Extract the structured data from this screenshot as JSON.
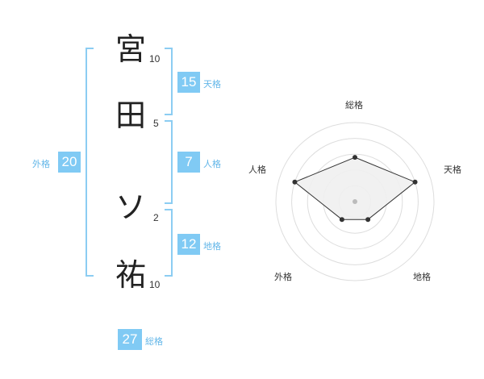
{
  "name": {
    "chars": [
      {
        "char": "宮",
        "strokes": "10"
      },
      {
        "char": "田",
        "strokes": "5"
      },
      {
        "char": "ソ",
        "strokes": "2"
      },
      {
        "char": "祐",
        "strokes": "10"
      }
    ]
  },
  "kakusu": {
    "tenkaku": {
      "value": "15",
      "label": "天格"
    },
    "jinkaku": {
      "value": "7",
      "label": "人格"
    },
    "chikaku": {
      "value": "12",
      "label": "地格"
    },
    "gaikaku": {
      "value": "20",
      "label": "外格"
    },
    "soukaku": {
      "value": "27",
      "label": "総格"
    }
  },
  "chart_data": {
    "type": "radar",
    "axes": [
      "総格",
      "天格",
      "地格",
      "外格",
      "人格"
    ],
    "values": [
      2.8,
      4.0,
      1.4,
      1.4,
      4.0
    ],
    "max": 5,
    "rings": 5,
    "colors": {
      "fill": "#f0f0f0",
      "stroke": "#333333",
      "ring": "#dddddd",
      "point": "#333333",
      "center": "#bbbbbb"
    }
  }
}
